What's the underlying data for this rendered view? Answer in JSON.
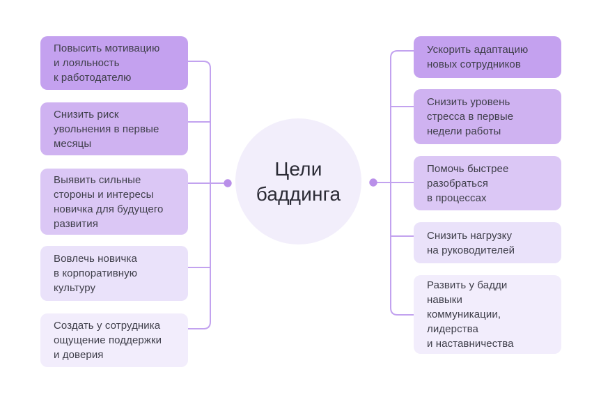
{
  "center": {
    "title": "Цели\nбаддинга",
    "circle_color": "#f2eefb",
    "text_color": "#2b2b35"
  },
  "connector": {
    "line_color": "#c2a2ef",
    "dot_color": "#b98fe9"
  },
  "left_goals": [
    {
      "label": "Повысить мотивацию\nи лояльность\nк работодателю",
      "color": "#c4a1ef"
    },
    {
      "label": "Снизить риск\nувольнения в первые\nмесяцы",
      "color": "#cfb2f1"
    },
    {
      "label": "Выявить сильные\nстороны и интересы\nновичка для будущего\nразвития",
      "color": "#dbc7f5"
    },
    {
      "label": "Вовлечь новичка\nв корпоративную\nкультуру",
      "color": "#eae2fa"
    },
    {
      "label": "Создать у сотрудника\nощущение поддержки\nи доверия",
      "color": "#f2edfc"
    }
  ],
  "right_goals": [
    {
      "label": "Ускорить адаптацию\nновых сотрудников",
      "color": "#c4a1ef"
    },
    {
      "label": "Снизить уровень\nстресса в первые\nнедели работы",
      "color": "#cfb2f1"
    },
    {
      "label": "Помочь быстрее\nразобраться\nв процессах",
      "color": "#dbc7f5"
    },
    {
      "label": "Снизить нагрузку\nна руководителей",
      "color": "#eae2fa"
    },
    {
      "label": "Развить у бадди\nнавыки\nкоммуникации,\nлидерства\nи наставничества",
      "color": "#f2edfc"
    }
  ]
}
